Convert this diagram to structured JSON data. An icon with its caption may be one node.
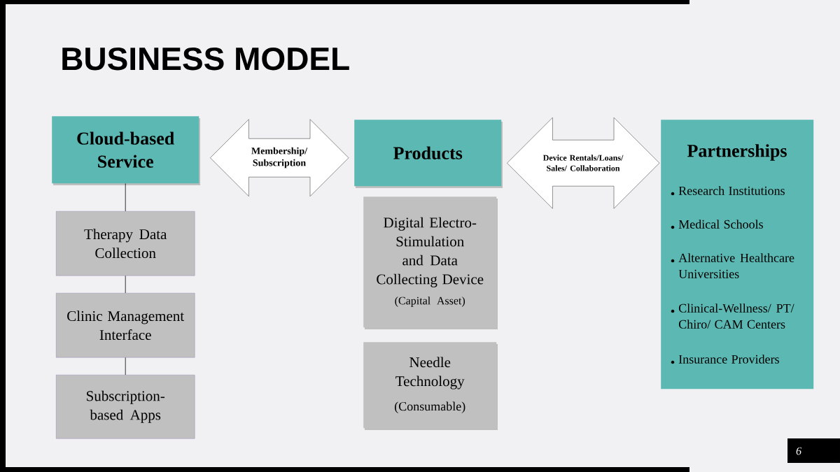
{
  "diagram": {
    "title": "BUSINESS MODEL",
    "nodes": [
      {
        "text": [
          "Cloud-based Service"
        ]
      },
      {
        "text": [
          "Therapy Data Collection"
        ]
      },
      {
        "text": [
          "Clinic Management Interface"
        ]
      },
      {
        "text": [
          "Subscription-based Apps"
        ]
      },
      {
        "text": [
          "Products"
        ]
      },
      {
        "text": [
          "Digital Electro-Stimulation and Data Collecting Device",
          "(Capital Asset)"
        ]
      },
      {
        "text": [
          "Needle Technology",
          "(Consumable)"
        ]
      },
      {
        "text": [
          "Partnerships",
          "Research Institutions",
          "Medical Schools",
          "Alternative Healthcare Universities",
          "Clinical-Wellness/ PT/ Chiro/ CAM Centers",
          "Insurance Providers"
        ]
      }
    ],
    "edges": [
      {
        "from": 0,
        "to": 1,
        "arrow": "none"
      },
      {
        "from": 1,
        "to": 2,
        "arrow": "none"
      },
      {
        "from": 2,
        "to": 3,
        "arrow": "none"
      },
      {
        "from": 0,
        "to": 4,
        "arrow": "both",
        "label": "Membership/ Subscription"
      },
      {
        "from": 4,
        "to": 7,
        "arrow": "both",
        "label": "Device Rentals/Loans/ Sales/ Collaboration"
      }
    ],
    "labels": [
      "6"
    ]
  }
}
